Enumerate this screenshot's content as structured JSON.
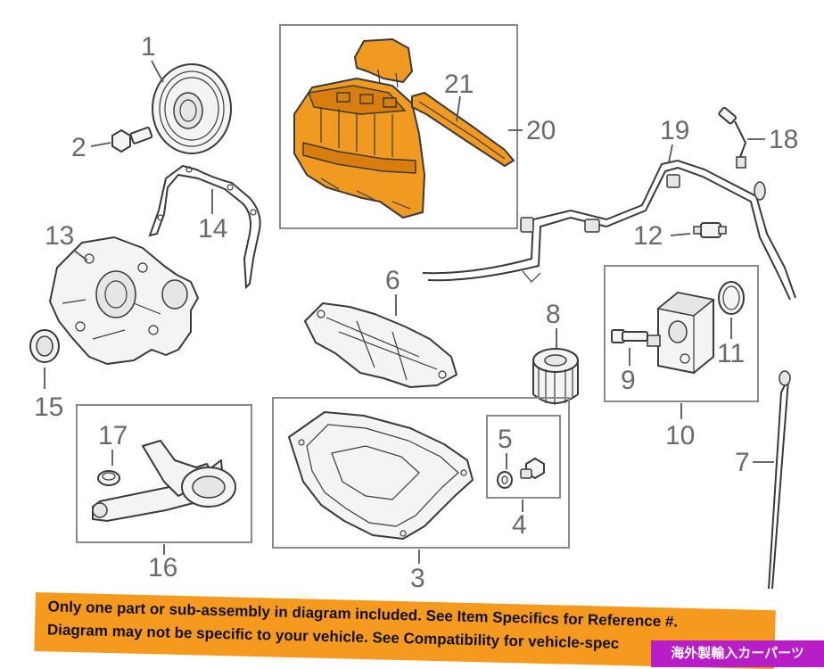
{
  "callouts": {
    "c1": "1",
    "c2": "2",
    "c3": "3",
    "c4": "4",
    "c5": "5",
    "c6": "6",
    "c7": "7",
    "c8": "8",
    "c9": "9",
    "c10": "10",
    "c11": "11",
    "c12": "12",
    "c13": "13",
    "c14": "14",
    "c15": "15",
    "c16": "16",
    "c17": "17",
    "c18": "18",
    "c19": "19",
    "c20": "20",
    "c21": "21"
  },
  "colors": {
    "highlight": "#f19a21",
    "banner": "#f59a1e",
    "badge": "#b81ec8"
  },
  "disclaimer": {
    "line1": "Only one part or sub-assembly in diagram included. See Item Specifics for Reference #.",
    "line2": "Diagram may not be specific to your vehicle. See Compatibility for vehicle-spec"
  },
  "badge": {
    "label": "海外製輸入カーパーツ"
  }
}
